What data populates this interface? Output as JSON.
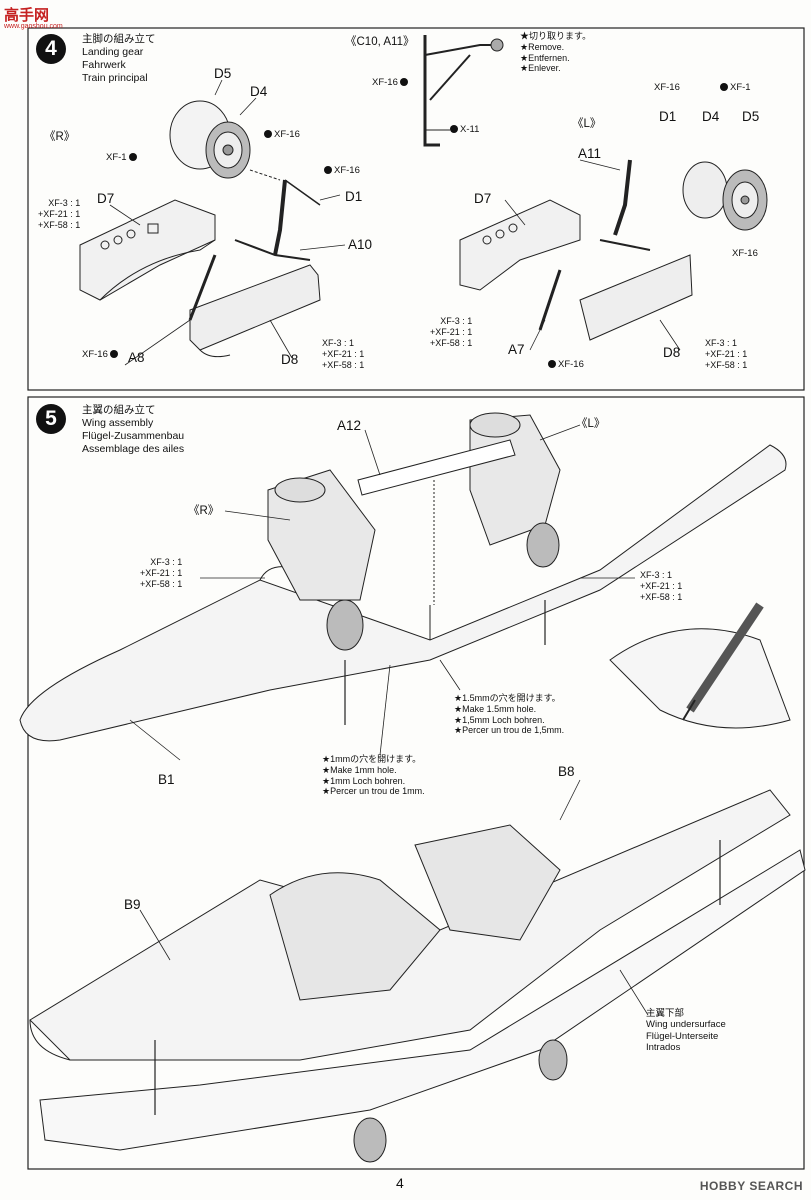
{
  "site_logo": {
    "name": "高手网",
    "sub": "www.gaoshou.com"
  },
  "page_number": "4",
  "watermark": "HOBBY SEARCH",
  "step4": {
    "number": "4",
    "title_jp": "主脚の組み立て",
    "title_en": "Landing gear",
    "title_de": "Fahrwerk",
    "title_fr": "Train principal",
    "side_r": "《R》",
    "side_l": "《L》",
    "sprue": "《C10, A11》",
    "remove_note": "★切り取ります。\n★Remove.\n★Entfernen.\n★Enlever.",
    "parts": {
      "D5_r": "D5",
      "D4_r": "D4",
      "D1_r": "D1",
      "D7_r": "D7",
      "A10": "A10",
      "A8": "A8",
      "D8_r": "D8",
      "A11": "A11",
      "D1_l": "D1",
      "D4_l": "D4",
      "D5_l": "D5",
      "D7_l": "D7",
      "A7": "A7",
      "D8_l": "D8"
    },
    "paints": {
      "xf16_a": "XF-16",
      "xf1_a": "XF-1",
      "xf16_b": "XF-16",
      "mix_r": "XF-3 : 1\n+XF-21 : 1\n+XF-58 : 1",
      "xf16_c": "XF-16",
      "mix_r2": "XF-3 : 1\n+XF-21 : 1\n+XF-58 : 1",
      "xf16_top": "XF-16",
      "x11": "X-11",
      "xf16_l1": "XF-16",
      "xf1_l": "XF-1",
      "xf16_l2": "XF-16",
      "mix_l": "XF-3 : 1\n+XF-21 : 1\n+XF-58 : 1",
      "xf16_l3": "XF-16",
      "mix_l2": "XF-3 : 1\n+XF-21 : 1\n+XF-58 : 1"
    }
  },
  "step5": {
    "number": "5",
    "title_jp": "主翼の組み立て",
    "title_en": "Wing assembly",
    "title_de": "Flügel-Zusammenbau",
    "title_fr": "Assemblage des ailes",
    "parts": {
      "A12": "A12",
      "B1": "B1",
      "B8": "B8",
      "B9": "B9"
    },
    "side_r": "《R》",
    "side_l": "《L》",
    "mix_left": "XF-3 : 1\n+XF-21 : 1\n+XF-58 : 1",
    "mix_right": "XF-3 : 1\n+XF-21 : 1\n+XF-58 : 1",
    "hole_15": "★1.5mmの穴を開けます。\n★Make 1.5mm hole.\n★1,5mm Loch bohren.\n★Percer un trou de 1,5mm.",
    "hole_1": "★1mmの穴を開けます。\n★Make 1mm hole.\n★1mm Loch bohren.\n★Percer un trou de 1mm.",
    "underside": "主翼下部\nWing undersurface\nFlügel-Unterseite\nIntrados"
  }
}
